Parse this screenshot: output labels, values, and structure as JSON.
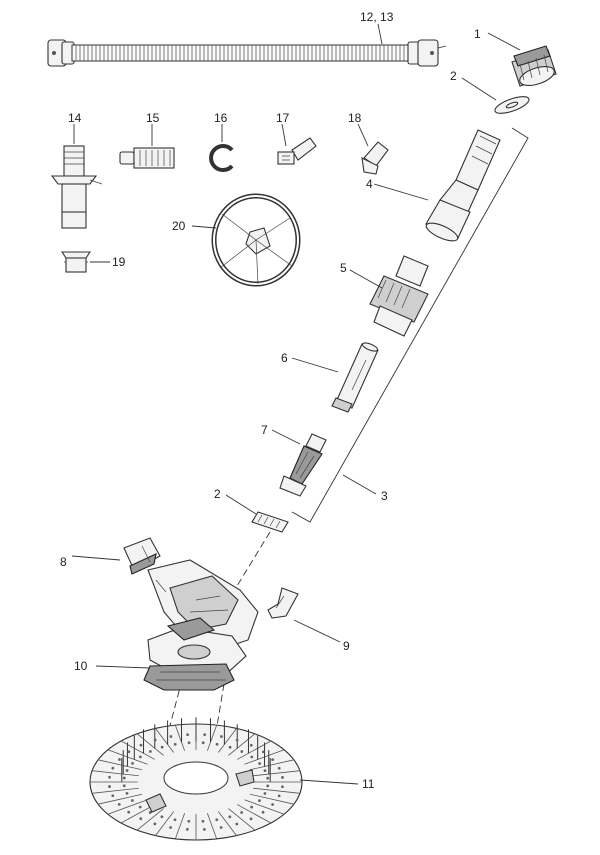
{
  "callouts": {
    "c1": "1",
    "c2a": "2",
    "c2b": "2",
    "c3": "3",
    "c4": "4",
    "c5": "5",
    "c6": "6",
    "c7": "7",
    "c8": "8",
    "c9": "9",
    "c10": "10",
    "c11": "11",
    "c12_13": "12, 13",
    "c14": "14",
    "c15": "15",
    "c16": "16",
    "c17": "17",
    "c18": "18",
    "c19": "19",
    "c20": "20"
  }
}
